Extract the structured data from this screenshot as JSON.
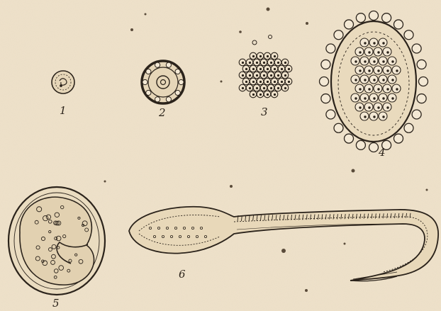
{
  "figure_labels": {
    "fig1": "1",
    "fig2": "2",
    "fig3": "3",
    "fig4": "4",
    "fig5": "5",
    "fig6": "6"
  },
  "colors": {
    "paper": "#efe2cb",
    "ink": "#2b231b",
    "shade": "#c9b89a"
  }
}
